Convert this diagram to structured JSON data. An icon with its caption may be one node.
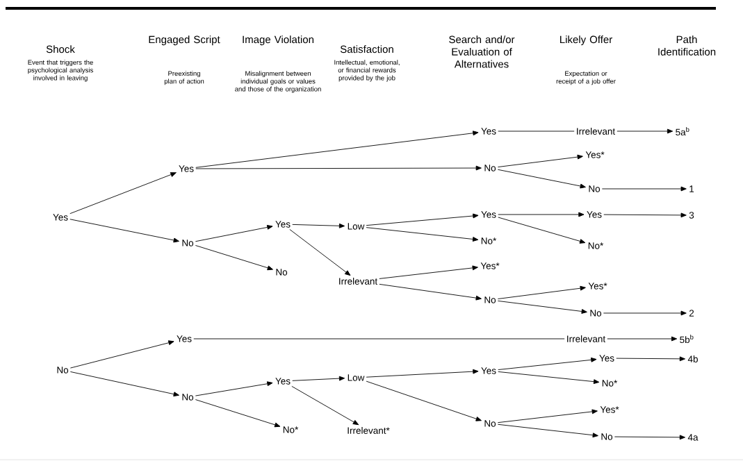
{
  "diagram": {
    "nodes": [
      {
        "text": [
          "Yes"
        ]
      },
      {
        "text": [
          "No"
        ]
      },
      {
        "text": [
          "Yes"
        ]
      },
      {
        "text": [
          "No"
        ]
      },
      {
        "text": [
          "Yes"
        ]
      },
      {
        "text": [
          "No"
        ]
      },
      {
        "text": [
          "Yes"
        ]
      },
      {
        "text": [
          "No"
        ]
      },
      {
        "text": [
          "Yes"
        ]
      },
      {
        "text": [
          "No*"
        ]
      },
      {
        "text": [
          "Low"
        ]
      },
      {
        "text": [
          "Irrelevant"
        ]
      },
      {
        "text": [
          "Low"
        ]
      },
      {
        "text": [
          "Irrelevant*"
        ]
      },
      {
        "text": [
          "Yes"
        ]
      },
      {
        "text": [
          "No"
        ]
      },
      {
        "text": [
          "Yes"
        ]
      },
      {
        "text": [
          "No*"
        ]
      },
      {
        "text": [
          "Yes*"
        ]
      },
      {
        "text": [
          "No"
        ]
      },
      {
        "text": [
          "Yes"
        ]
      },
      {
        "text": [
          "No"
        ]
      },
      {
        "text": [
          "Irrelevant"
        ]
      },
      {
        "text": [
          "Yes*"
        ]
      },
      {
        "text": [
          "No"
        ]
      },
      {
        "text": [
          "Yes"
        ]
      },
      {
        "text": [
          "No*"
        ]
      },
      {
        "text": [
          "Yes*"
        ]
      },
      {
        "text": [
          "No"
        ]
      },
      {
        "text": [
          "Irrelevant"
        ]
      },
      {
        "text": [
          "Yes"
        ]
      },
      {
        "text": [
          "No*"
        ]
      },
      {
        "text": [
          "Yes*"
        ]
      },
      {
        "text": [
          "No"
        ]
      },
      {
        "text": [
          "5a$^{b}$"
        ]
      },
      {
        "text": [
          "1"
        ]
      },
      {
        "text": [
          "3"
        ]
      },
      {
        "text": [
          "2"
        ]
      },
      {
        "text": [
          "5b$^{b}$"
        ]
      },
      {
        "text": [
          "4b"
        ]
      },
      {
        "text": [
          "4a"
        ]
      }
    ],
    "edges": [
      {
        "from": 0,
        "to": 2,
        "arrow": "to"
      },
      {
        "from": 0,
        "to": 3,
        "arrow": "to"
      },
      {
        "from": 1,
        "to": 4,
        "arrow": "to"
      },
      {
        "from": 1,
        "to": 5,
        "arrow": "to"
      },
      {
        "from": 3,
        "to": 6,
        "arrow": "to"
      },
      {
        "from": 3,
        "to": 7,
        "arrow": "to"
      },
      {
        "from": 5,
        "to": 8,
        "arrow": "to"
      },
      {
        "from": 5,
        "to": 9,
        "arrow": "to"
      },
      {
        "from": 6,
        "to": 10,
        "arrow": "to"
      },
      {
        "from": 6,
        "to": 11,
        "arrow": "to"
      },
      {
        "from": 8,
        "to": 12,
        "arrow": "to"
      },
      {
        "from": 8,
        "to": 13,
        "arrow": "to"
      },
      {
        "from": 2,
        "to": 14,
        "arrow": "to"
      },
      {
        "from": 2,
        "to": 15,
        "arrow": "to"
      },
      {
        "from": 10,
        "to": 16,
        "arrow": "to"
      },
      {
        "from": 10,
        "to": 17,
        "arrow": "to"
      },
      {
        "from": 11,
        "to": 18,
        "arrow": "to"
      },
      {
        "from": 11,
        "to": 19,
        "arrow": "to"
      },
      {
        "from": 12,
        "to": 20,
        "arrow": "to"
      },
      {
        "from": 12,
        "to": 21,
        "arrow": "to"
      },
      {
        "from": 14,
        "to": 22,
        "arrow": "none"
      },
      {
        "from": 15,
        "to": 23,
        "arrow": "to"
      },
      {
        "from": 15,
        "to": 24,
        "arrow": "to"
      },
      {
        "from": 16,
        "to": 25,
        "arrow": "to"
      },
      {
        "from": 16,
        "to": 26,
        "arrow": "to"
      },
      {
        "from": 19,
        "to": 27,
        "arrow": "to"
      },
      {
        "from": 19,
        "to": 28,
        "arrow": "to"
      },
      {
        "from": 4,
        "to": 29,
        "arrow": "none"
      },
      {
        "from": 20,
        "to": 30,
        "arrow": "to"
      },
      {
        "from": 20,
        "to": 31,
        "arrow": "to"
      },
      {
        "from": 21,
        "to": 32,
        "arrow": "to"
      },
      {
        "from": 21,
        "to": 33,
        "arrow": "to"
      },
      {
        "from": 22,
        "to": 34,
        "arrow": "to"
      },
      {
        "from": 24,
        "to": 35,
        "arrow": "to"
      },
      {
        "from": 25,
        "to": 36,
        "arrow": "to"
      },
      {
        "from": 28,
        "to": 37,
        "arrow": "to"
      },
      {
        "from": 29,
        "to": 38,
        "arrow": "to"
      },
      {
        "from": 30,
        "to": 39,
        "arrow": "to"
      },
      {
        "from": 33,
        "to": 40,
        "arrow": "to"
      }
    ],
    "labels": [
      "Shock",
      "Event that triggers the psychological analysis involved in leaving",
      "Engaged Script",
      "Preexisting plan of action",
      "Image Violation",
      "Misalignment between individual goals or values and those of the organization",
      "Satisfaction",
      "Intellectual, emotional, or financial rewards provided by the job",
      "Search and/or Evaluation of Alternatives",
      "Likely Offer",
      "Expectation or receipt of a job offer",
      "Path Identification"
    ]
  }
}
